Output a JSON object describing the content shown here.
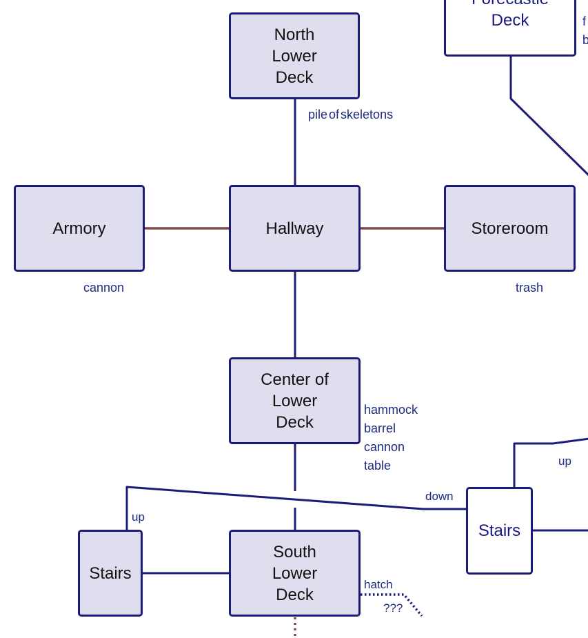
{
  "colors": {
    "room_fill": "#dedeee",
    "room_border": "#1c1c78",
    "connector": "#1c1c78",
    "door_connector": "#7d4a4a",
    "label_text": "#1f2a80"
  },
  "rooms": {
    "forecastle": {
      "name": "Forecastle\nDeck",
      "fill": "white"
    },
    "north_lower_deck": {
      "name": "North\nLower\nDeck",
      "fill": "shaded"
    },
    "armory": {
      "name": "Armory",
      "fill": "shaded"
    },
    "hallway": {
      "name": "Hallway",
      "fill": "shaded"
    },
    "storeroom": {
      "name": "Storeroom",
      "fill": "shaded"
    },
    "center_lower_deck": {
      "name": "Center of\nLower\nDeck",
      "fill": "shaded"
    },
    "stairs_left": {
      "name": "Stairs",
      "fill": "shaded"
    },
    "south_lower_deck": {
      "name": "South\nLower\nDeck",
      "fill": "shaded"
    },
    "stairs_right": {
      "name": "Stairs",
      "fill": "white"
    }
  },
  "items": {
    "forecastle_partial": "f\nb",
    "north_lower_deck": "pile of skeletons",
    "armory": "cannon",
    "storeroom": "trash",
    "center_lower_deck": "hammock\nbarrel\ncannon\ntable"
  },
  "exit_labels": {
    "stairs_left_up": "up",
    "stairs_right_down": "down",
    "stairs_right_up": "up",
    "south_hatch": "hatch",
    "unknown_exit": "???"
  },
  "connections": [
    {
      "from": "north_lower_deck",
      "to": "hallway",
      "style": "solid"
    },
    {
      "from": "armory",
      "to": "hallway",
      "style": "door"
    },
    {
      "from": "hallway",
      "to": "storeroom",
      "style": "door"
    },
    {
      "from": "hallway",
      "to": "center_lower_deck",
      "style": "solid"
    },
    {
      "from": "center_lower_deck",
      "to": "south_lower_deck",
      "style": "solid"
    },
    {
      "from": "stairs_left",
      "to": "south_lower_deck",
      "style": "solid"
    },
    {
      "from": "stairs_left",
      "to": "stairs_right",
      "style": "solid",
      "label": "up / down"
    },
    {
      "from": "forecastle",
      "to": "offscreen",
      "style": "solid"
    },
    {
      "from": "stairs_right",
      "to": "offscreen",
      "style": "solid",
      "label": "up"
    },
    {
      "from": "stairs_right",
      "to": "offscreen",
      "style": "solid"
    },
    {
      "from": "south_lower_deck",
      "to": "unknown",
      "style": "dotted",
      "label": "hatch / ???"
    },
    {
      "from": "south_lower_deck",
      "to": "offscreen-south",
      "style": "dotted-door"
    }
  ]
}
